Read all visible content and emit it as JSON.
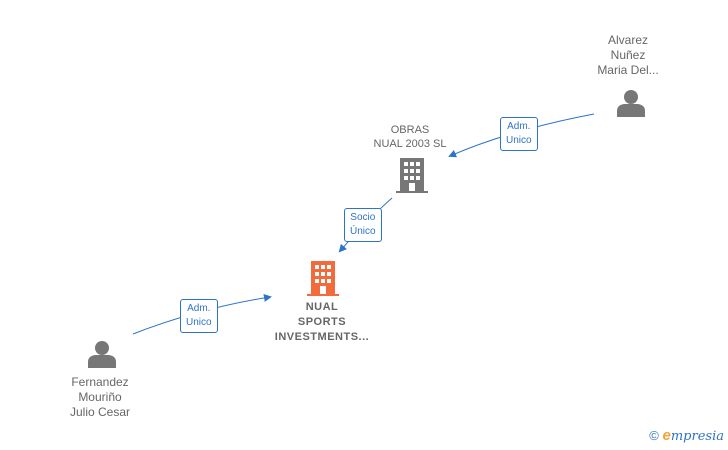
{
  "nodes": {
    "alvarez": {
      "lines": [
        "Alvarez",
        "Nuñez",
        "Maria Del..."
      ],
      "icon": "person-icon"
    },
    "obras": {
      "lines": [
        "OBRAS",
        "NUAL 2003 SL"
      ],
      "icon": "building-icon"
    },
    "nual": {
      "lines": [
        "NUAL",
        "SPORTS",
        "INVESTMENTS..."
      ],
      "icon": "building-icon"
    },
    "fernandez": {
      "lines": [
        "Fernandez",
        "Mouriño",
        "Julio Cesar"
      ],
      "icon": "person-icon"
    }
  },
  "edges": {
    "alvarez_obras": {
      "lines": [
        "Adm.",
        "Unico"
      ]
    },
    "obras_nual": {
      "lines": [
        "Socio",
        "Único"
      ]
    },
    "fernandez_nual": {
      "lines": [
        "Adm.",
        "Unico"
      ]
    }
  },
  "brand": {
    "copyright": "©",
    "e": "e",
    "rest": "mpresia"
  },
  "colors": {
    "link": "#2f73c8",
    "icon_gray": "#777777",
    "icon_main": "#f26b3a",
    "text": "#666666"
  }
}
